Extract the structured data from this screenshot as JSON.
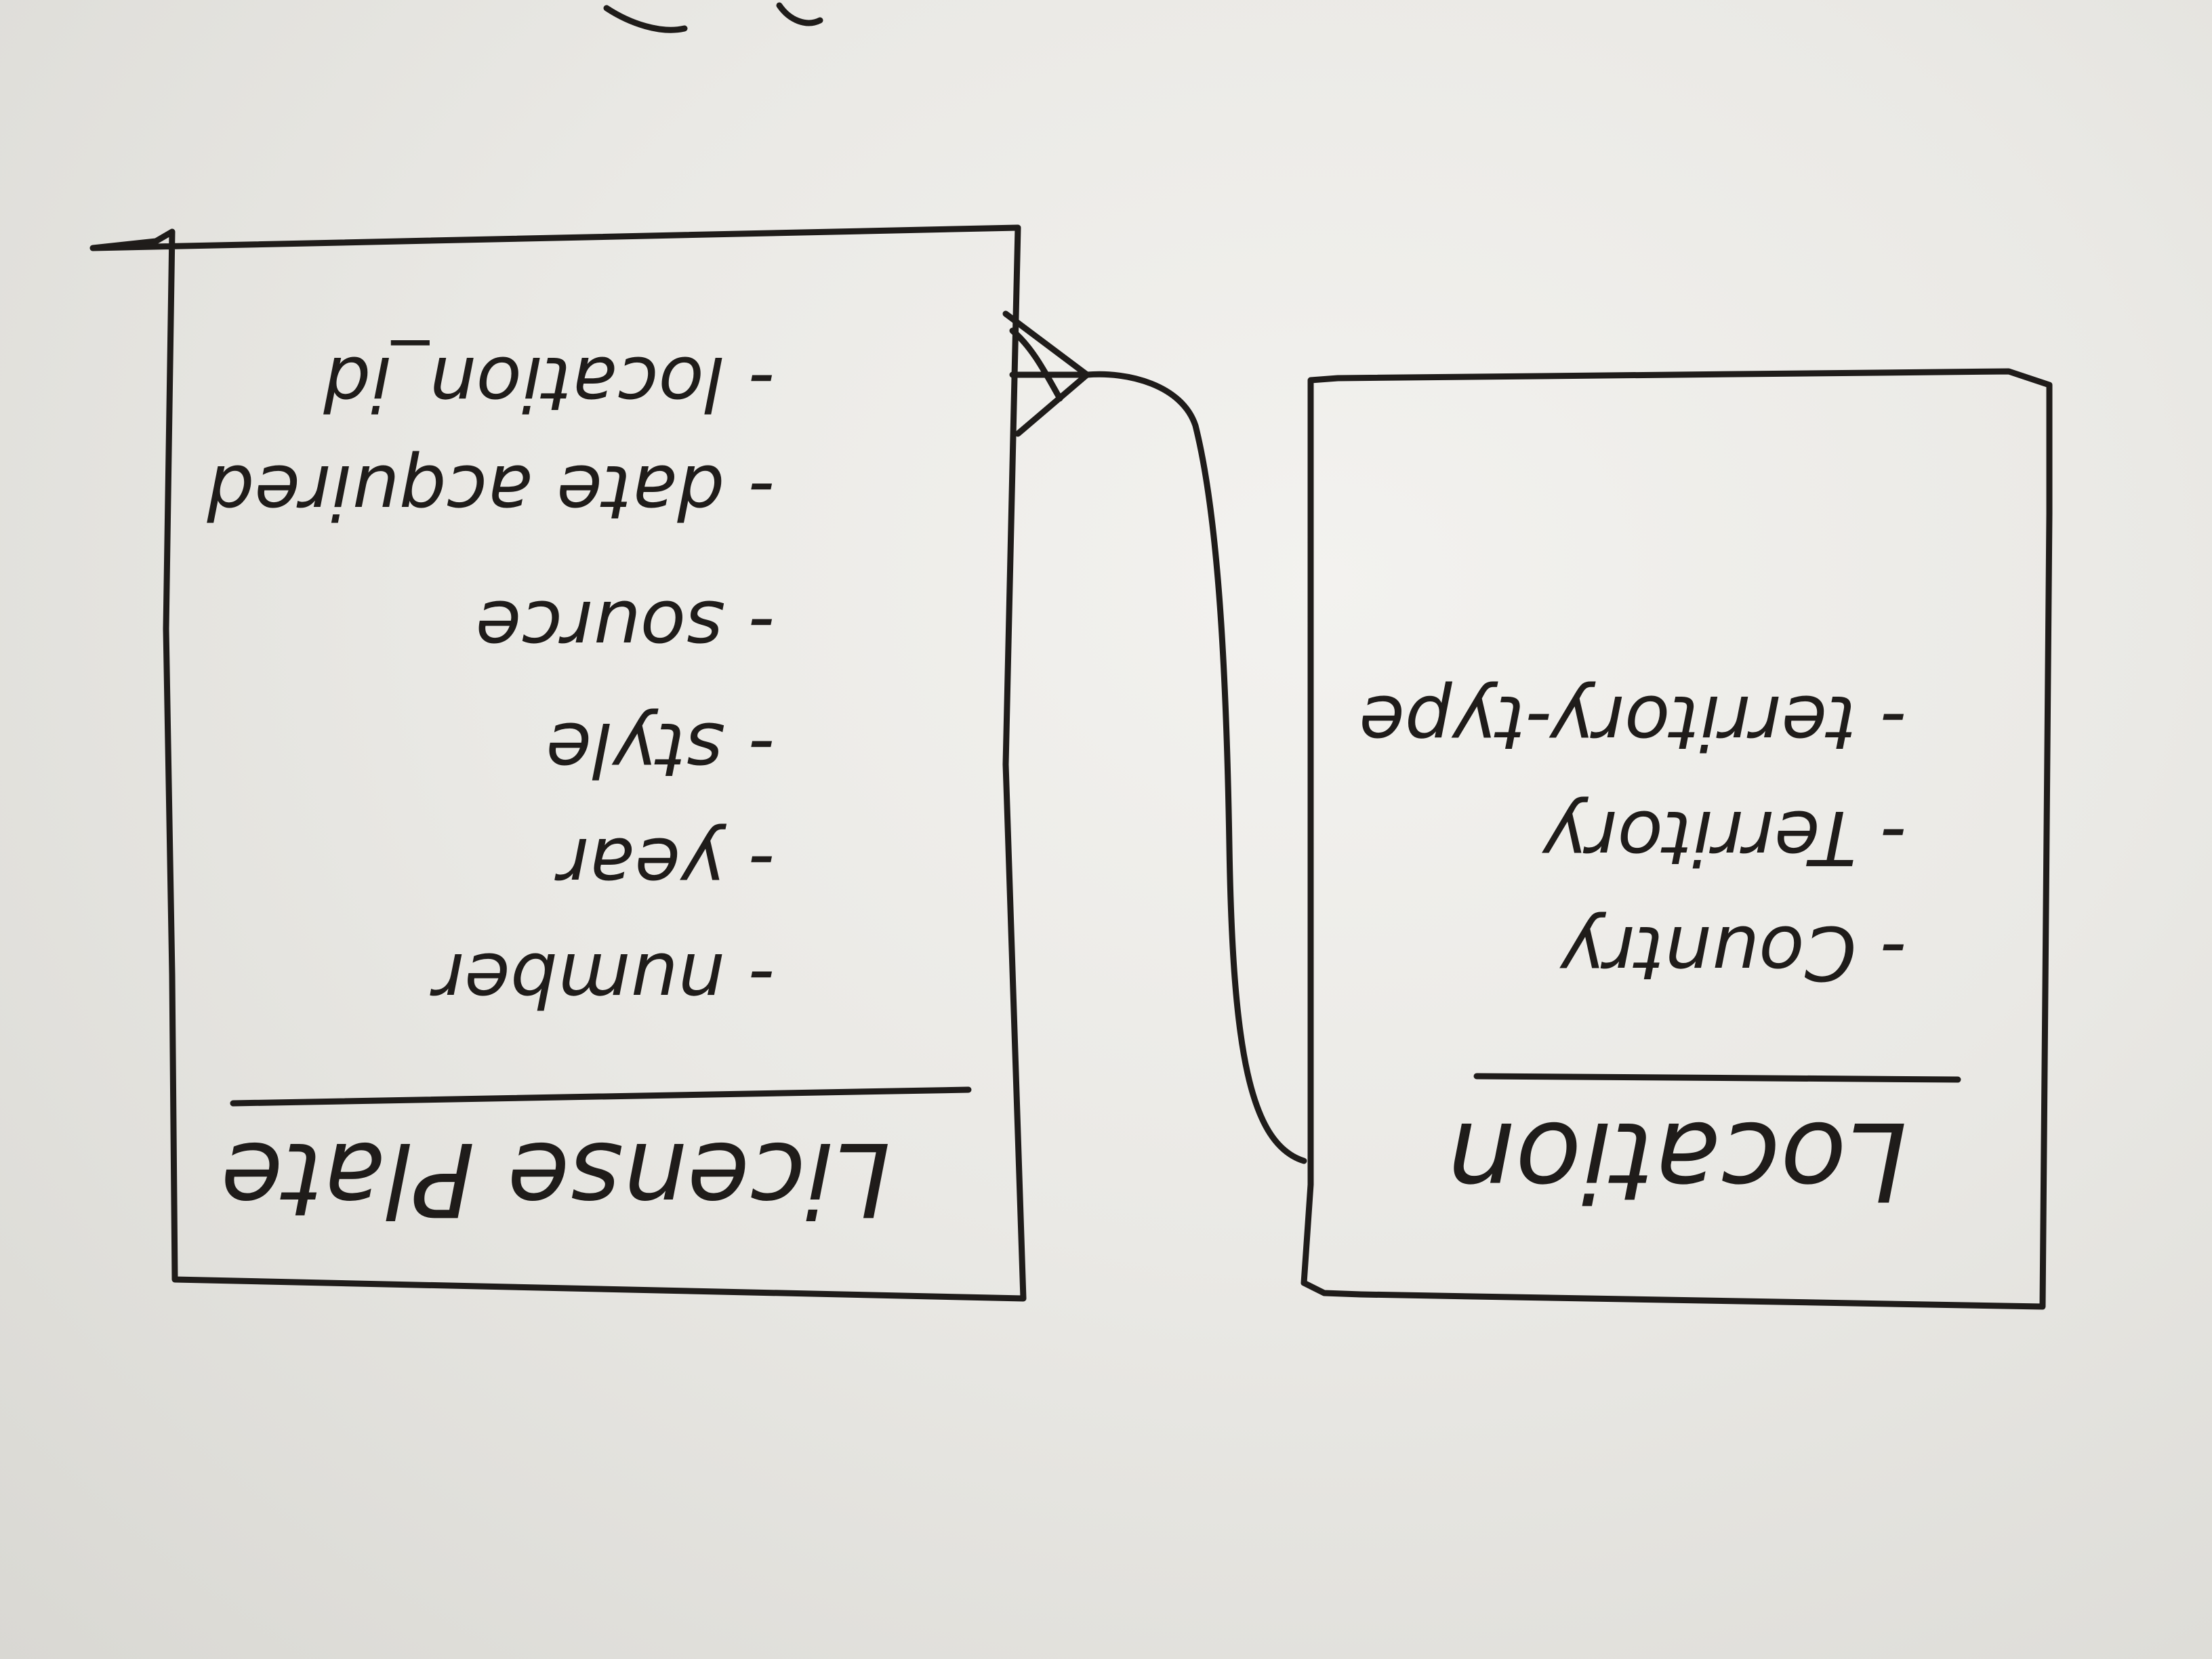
{
  "entities": [
    {
      "id": "license_plate",
      "title": "License Plate",
      "attributes": [
        "- number",
        "- year",
        "- style",
        "- source",
        "- date acquired",
        "- location_id"
      ]
    },
    {
      "id": "location",
      "title": "Location",
      "attributes": [
        "- Country",
        "- Territory",
        "- territory-type"
      ]
    }
  ],
  "relationship": {
    "from": "license_plate",
    "to": "location",
    "cardinality": "many-to-one"
  },
  "orientation": "upside-down"
}
